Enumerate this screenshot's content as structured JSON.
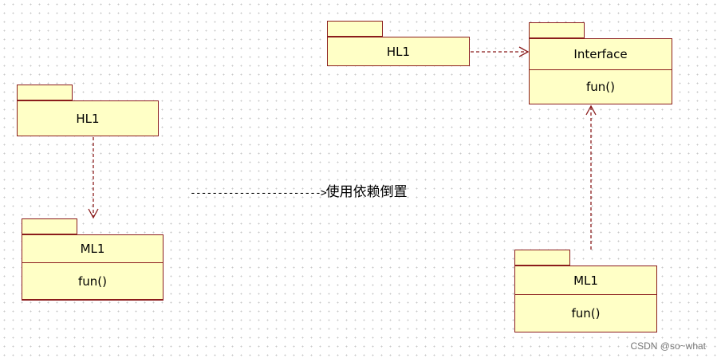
{
  "left_diagram": {
    "hl1": {
      "name": "HL1"
    },
    "ml1": {
      "name": "ML1",
      "method": "fun()"
    }
  },
  "caption": {
    "arrow": "------------------------>",
    "text": "使用依赖倒置"
  },
  "right_diagram": {
    "hl1": {
      "name": "HL1"
    },
    "interface": {
      "name": "Interface",
      "method": "fun()"
    },
    "ml1": {
      "name": "ML1",
      "method": "fun()"
    }
  },
  "watermark": "CSDN @so~what",
  "colors": {
    "fill": "#ffffc6",
    "border": "#8b1c1c",
    "dependency_line": "#8b1c1c"
  }
}
